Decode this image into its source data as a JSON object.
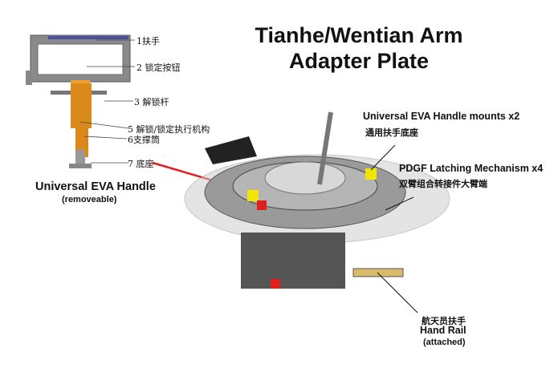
{
  "title": [
    "Tianhe/Wentian Arm",
    "Adapter Plate"
  ],
  "handle": {
    "name": "Universal EVA Handle",
    "note": "(removeable)",
    "parts": [
      "1扶手",
      "2 锁定按钮",
      "3  解锁杆",
      "5 解锁/锁定执行机构",
      "6支撑筒",
      "7 底座"
    ]
  },
  "callouts": {
    "mounts": {
      "en": "Universal EVA Handle mounts x2",
      "cn": "通用扶手底座"
    },
    "pdgf": {
      "en": "PDGF Latching Mechanism x4",
      "cn": "双臂组合转接件大臂端"
    },
    "rail": {
      "cn": "航天员扶手",
      "en": "Hand Rail",
      "note": "(attached)"
    }
  },
  "colors": {
    "highlight": "#f2e600",
    "arrow": "#e0201b",
    "handle": "#d98a1a"
  }
}
